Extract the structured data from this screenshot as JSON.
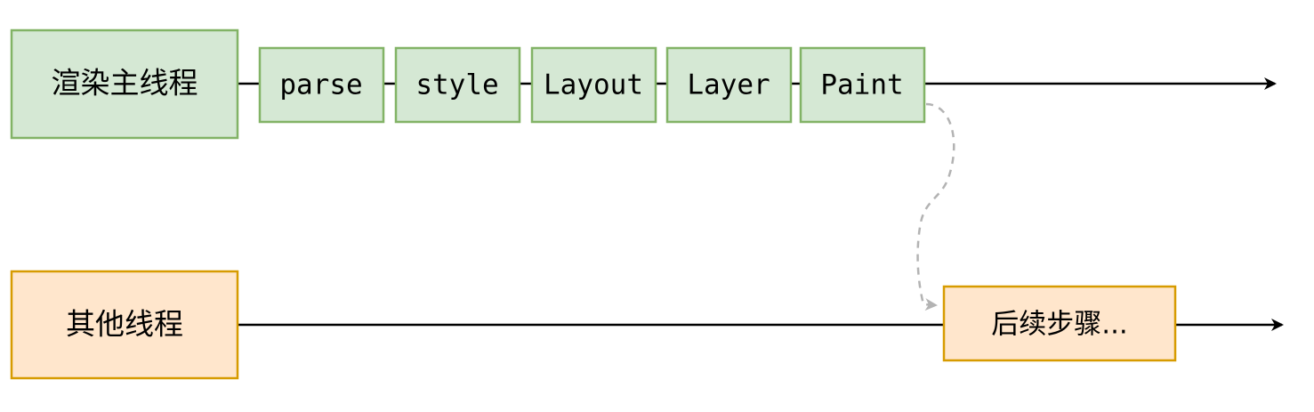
{
  "diagram": {
    "render_thread": {
      "label": "渲染主线程",
      "fill": "#d5e8d4",
      "stroke": "#82b366"
    },
    "steps": [
      {
        "label": "parse"
      },
      {
        "label": "style"
      },
      {
        "label": "Layout"
      },
      {
        "label": "Layer"
      },
      {
        "label": "Paint"
      }
    ],
    "other_thread": {
      "label": "其他线程",
      "fill": "#ffe6cc",
      "stroke": "#d79b00"
    },
    "next_steps": {
      "label": "后续步骤..."
    },
    "colors": {
      "line": "#000000",
      "dashed_connector": "#b3b3b3"
    }
  }
}
